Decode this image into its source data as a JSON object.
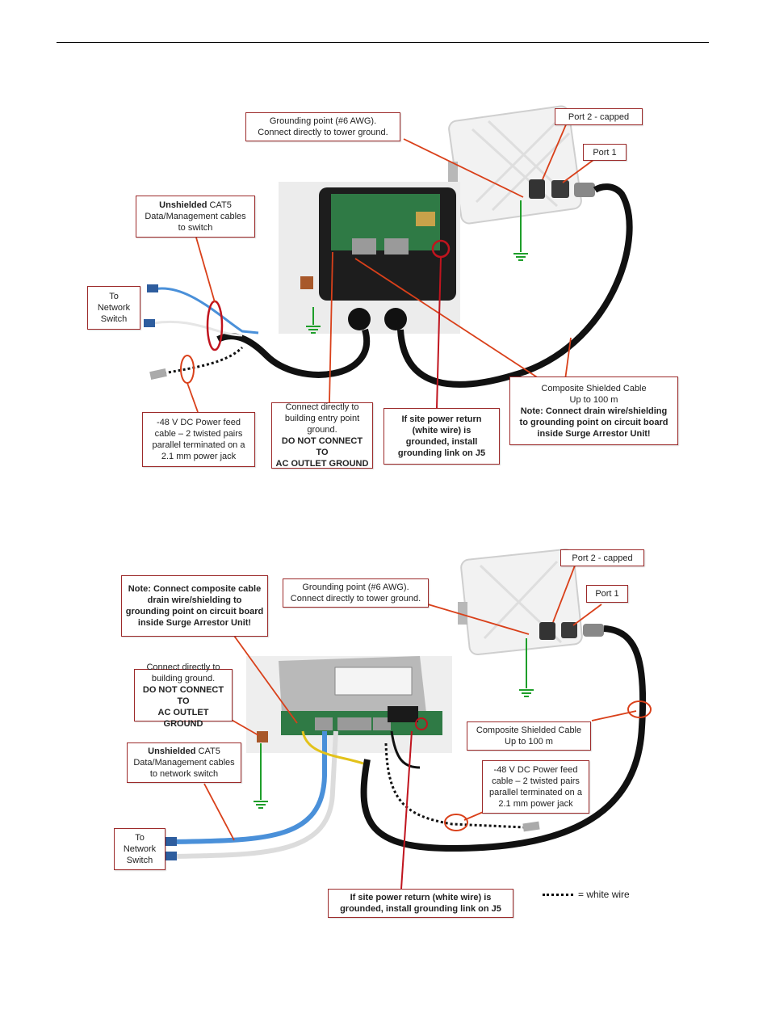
{
  "diagram1": {
    "grounding_point": [
      "Grounding point (#6 AWG).",
      "Connect directly to tower ground."
    ],
    "port2": "Port 2 - capped",
    "port1": "Port 1",
    "unshielded": {
      "bold": "Unshielded",
      "rest": " CAT5",
      "line2": "Data/Management cables",
      "line3": "to switch"
    },
    "to_network_switch": [
      "To",
      "Network",
      "Switch"
    ],
    "composite_cable": [
      "Composite  Shielded Cable",
      "Up to 100 m"
    ],
    "composite_note": [
      "Note: Connect drain wire/shielding",
      "to grounding point on circuit board",
      "inside Surge Arrestor Unit!"
    ],
    "power_feed": [
      "-48 V DC Power feed",
      "cable – 2 twisted pairs",
      "parallel terminated on a",
      "2.1 mm power jack"
    ],
    "building_ground": [
      "Connect directly to",
      "building entry point",
      "ground."
    ],
    "building_ground_warning": [
      "DO NOT CONNECT TO",
      "AC OUTLET GROUND"
    ],
    "site_power": [
      "If site power return",
      "(white wire) is",
      "grounded, install",
      "grounding link on J5"
    ]
  },
  "diagram2": {
    "note": [
      "Note: Connect composite cable",
      "drain wire/shielding to",
      "grounding point on circuit board",
      "inside Surge Arrestor Unit!"
    ],
    "grounding_point": [
      "Grounding point (#6 AWG).",
      "Connect directly to tower ground."
    ],
    "port2": "Port 2 - capped",
    "port1": "Port 1",
    "building_ground": [
      "Connect directly to",
      "building ground."
    ],
    "building_ground_warning": [
      "DO NOT CONNECT TO",
      "AC OUTLET GROUND"
    ],
    "unshielded": {
      "bold": "Unshielded",
      "rest": " CAT5",
      "line2": "Data/Management cables",
      "line3": "to network switch"
    },
    "composite_cable": [
      "Composite Shielded Cable",
      "Up to 100 m"
    ],
    "power_feed": [
      "-48 V DC Power feed",
      "cable – 2 twisted pairs",
      "parallel terminated on a",
      "2.1 mm power jack"
    ],
    "to_network_switch": [
      "To",
      "Network",
      "Switch"
    ],
    "site_power": [
      "If site power return (white wire) is",
      "grounded, install grounding link on J5"
    ],
    "legend_label": "= white wire"
  },
  "colors": {
    "callout_border": "#9c2a2a",
    "leader": "#d9401a",
    "red_circle": "#c0141e",
    "ground": "#1e9e2a",
    "cable": "#111111",
    "blue_wire": "#4a90d9"
  }
}
